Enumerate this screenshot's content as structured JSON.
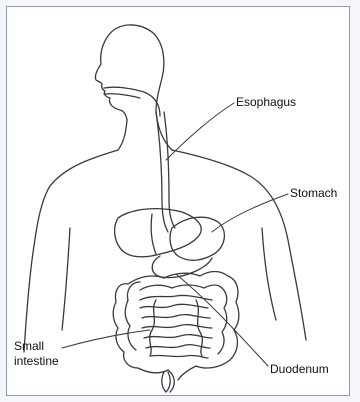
{
  "labels": {
    "esophagus": "Esophagus",
    "stomach": "Stomach",
    "small_intestine_line1": "Small",
    "small_intestine_line2": "intestine",
    "duodenum": "Duodenum"
  },
  "colors": {
    "line": "#3a3a3a",
    "frame": "#8a9bb5"
  }
}
